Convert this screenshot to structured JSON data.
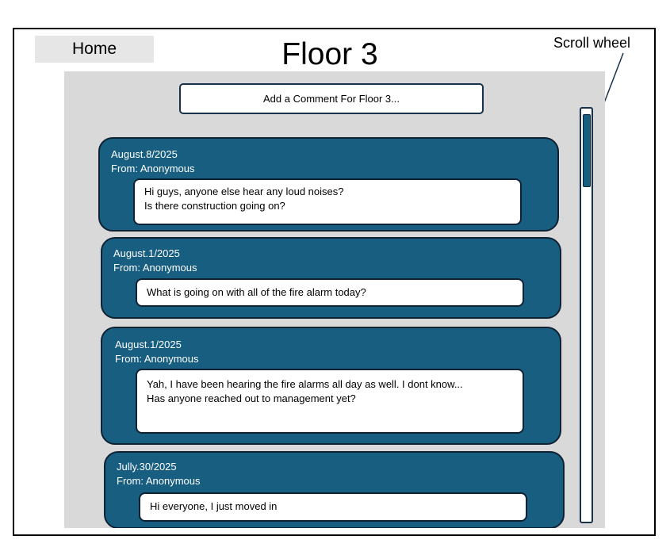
{
  "header": {
    "home_label": "Home",
    "title": "Floor 3"
  },
  "annotation": {
    "label": "Scroll wheel"
  },
  "add_comment": {
    "label": "Add a Comment For Floor 3..."
  },
  "comments": [
    {
      "date": "August.8/2025",
      "author": "From: Anonymous",
      "lines": [
        "Hi guys, anyone else hear any loud noises?",
        "Is there construction going on?"
      ]
    },
    {
      "date": "August.1/2025",
      "author": "From: Anonymous",
      "lines": [
        "What is going on with all of the fire alarm today?"
      ]
    },
    {
      "date": "August.1/2025",
      "author": "From: Anonymous",
      "lines": [
        "Yah, I have been hearing the fire alarms all day as well. I dont know...",
        "Has anyone reached out to management yet?"
      ]
    },
    {
      "date": "Jully.30/2025",
      "author": "From: Anonymous",
      "lines": [
        "Hi everyone, I just moved in"
      ]
    }
  ],
  "colors": {
    "card": "#175e80",
    "border": "#0f2233",
    "panel": "#d9d9d9"
  }
}
